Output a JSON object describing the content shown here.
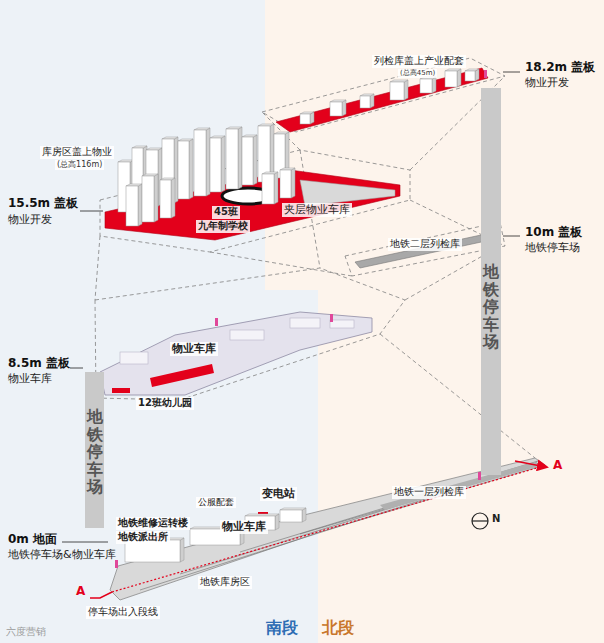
{
  "diagram": {
    "nodes": [
      {
        "text": [
          "地铁停车场"
        ]
      },
      {
        "text": [
          "地铁停车场"
        ]
      }
    ],
    "labels": [
      "18.2m 盖板",
      "物业开发",
      "列检库盖上产业配套",
      "(总高45m)",
      "库房区盖上物业",
      "(总高116m)",
      "45班",
      "九年制学校",
      "夹层物业车库",
      "15.5m 盖板",
      "物业开发",
      "10m 盖板",
      "地铁停车场",
      "地铁二层列检库",
      "物业车库",
      "12班幼儿园",
      "8.5m 盖板",
      "物业车库",
      "地铁维修运转楼",
      "地铁派出所",
      "公服配套",
      "变电站",
      "物业车库",
      "地铁一层列检库",
      "地铁库房区",
      "停车场出入段线",
      "0m 地面",
      "地铁停车场&物业车库",
      "A",
      "A",
      "N",
      "南段",
      "北段",
      "六度营销"
    ]
  }
}
